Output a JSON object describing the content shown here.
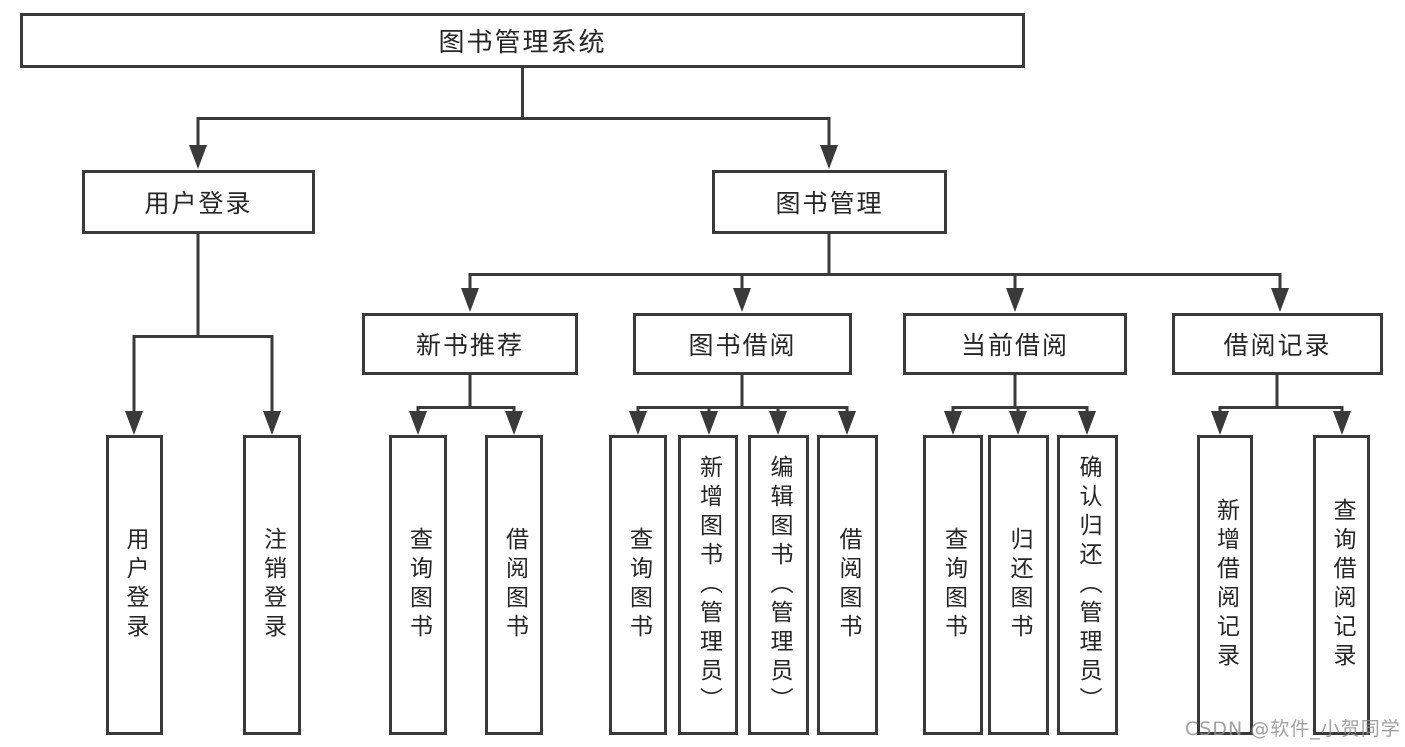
{
  "diagram": {
    "title": "图书管理系统",
    "level2": {
      "user_login": "用户登录",
      "book_management": "图书管理"
    },
    "level3": {
      "new_book_recommend": "新书推荐",
      "book_borrowing": "图书借阅",
      "current_borrowing": "当前借阅",
      "borrowing_records": "借阅记录"
    },
    "leaves": {
      "user_login": [
        "用户登录",
        "注销登录"
      ],
      "new_book_recommend": [
        "查询图书",
        "借阅图书"
      ],
      "book_borrowing": [
        "查询图书",
        "新增图书（管理员）",
        "编辑图书（管理员）",
        "借阅图书"
      ],
      "current_borrowing": [
        "查询图书",
        "归还图书",
        "确认归还（管理员）"
      ],
      "borrowing_records": [
        "新增借阅记录",
        "查询借阅记录"
      ]
    }
  },
  "watermark": "CSDN @软件_小贺同学",
  "colors": {
    "line": "#3a3a3a",
    "box_border": "#3a3a3a",
    "text": "#262626",
    "watermark": "#919191",
    "background": "#ffffff"
  }
}
